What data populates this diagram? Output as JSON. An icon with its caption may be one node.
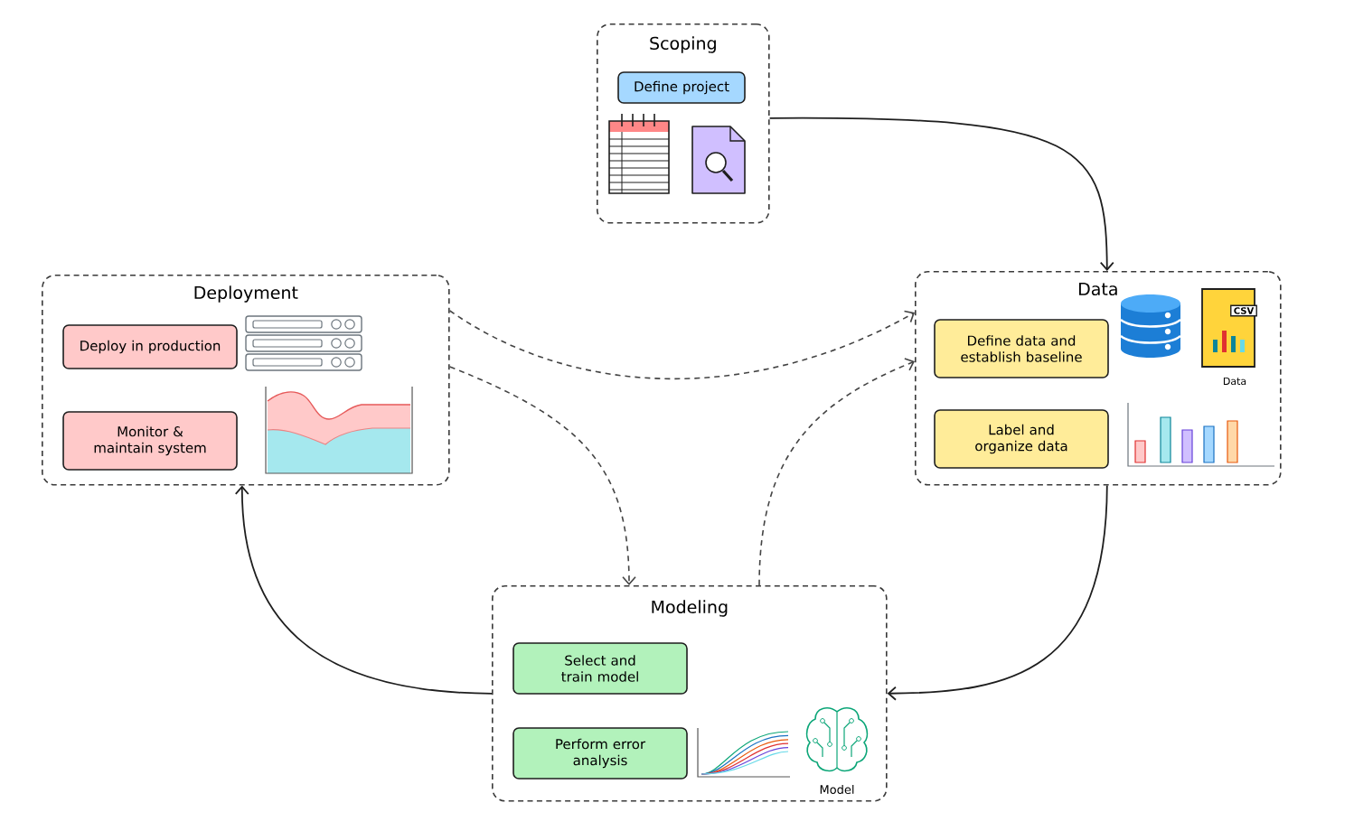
{
  "diagram": {
    "nodes": [
      {
        "text": [
          "Scoping"
        ]
      },
      {
        "text": [
          "Define project"
        ],
        "in": 0
      },
      {
        "text": [
          "Deployment"
        ]
      },
      {
        "text": [
          "Deploy in production"
        ],
        "in": 2
      },
      {
        "text": [
          "Monitor & maintain system"
        ],
        "in": 2
      },
      {
        "text": [
          "Data"
        ]
      },
      {
        "text": [
          "Define data and establish baseline"
        ],
        "in": 5
      },
      {
        "text": [
          "Label and organize data"
        ],
        "in": 5
      },
      {
        "text": [
          "Modeling"
        ]
      },
      {
        "text": [
          "Select and train model"
        ],
        "in": 8
      },
      {
        "text": [
          "Perform error analysis"
        ],
        "in": 8
      }
    ],
    "edges": [
      {
        "from": 0,
        "to": 5,
        "arrow": "to"
      },
      {
        "from": 5,
        "to": 8,
        "arrow": "to"
      },
      {
        "from": 8,
        "to": 2,
        "arrow": "to"
      },
      {
        "from": 2,
        "to": 5,
        "arrow": "to",
        "style": "dashed"
      },
      {
        "from": 2,
        "to": 8,
        "arrow": "to",
        "style": "dashed"
      },
      {
        "from": 8,
        "to": 5,
        "arrow": "to",
        "style": "dashed"
      }
    ],
    "labels": [
      "CSV",
      "Data",
      "Model"
    ]
  }
}
